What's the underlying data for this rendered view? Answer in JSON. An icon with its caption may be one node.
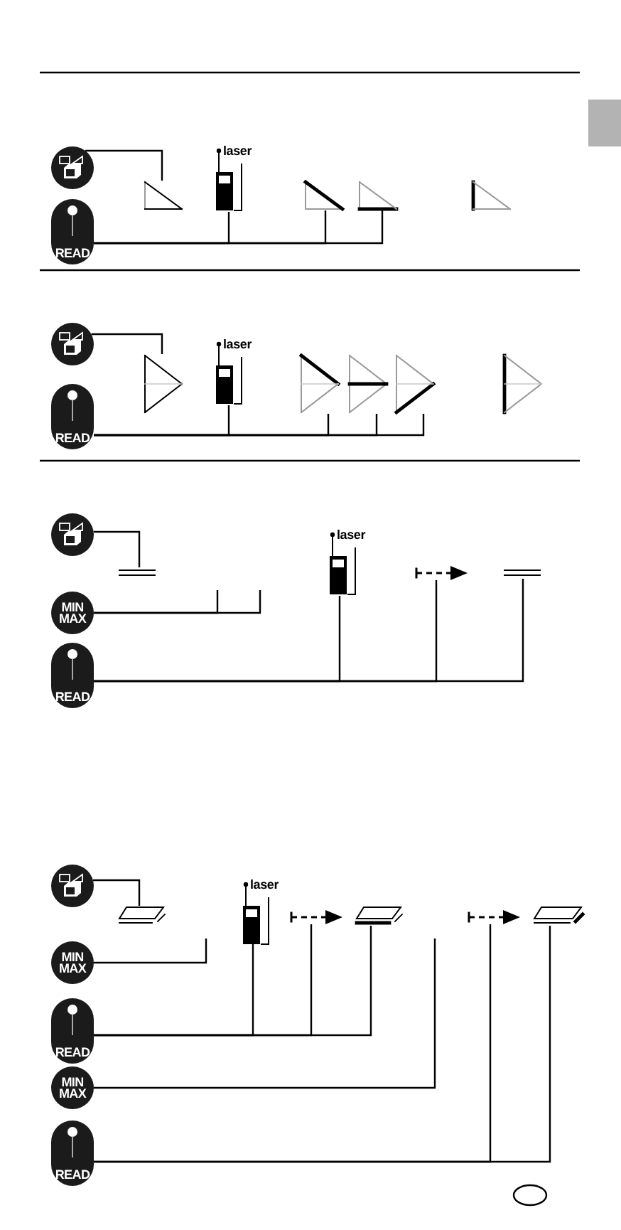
{
  "diagram": {
    "nodes": [
      {
        "text": [],
        "shape": "circle"
      },
      {
        "text": [
          "READ"
        ]
      },
      {
        "text": [],
        "shape": "triangle"
      },
      {
        "text": [
          "laser"
        ]
      },
      {
        "text": [],
        "shape": "triangle"
      },
      {
        "text": [],
        "shape": "triangle"
      },
      {
        "text": [],
        "shape": "triangle"
      },
      {
        "text": [],
        "shape": "circle"
      },
      {
        "text": [
          "READ"
        ]
      },
      {
        "text": [],
        "shape": "triangle"
      },
      {
        "text": [
          "laser"
        ]
      },
      {
        "text": [],
        "shape": "triangle"
      },
      {
        "text": [],
        "shape": "triangle"
      },
      {
        "text": [],
        "shape": "triangle"
      },
      {
        "text": [],
        "shape": "triangle"
      },
      {
        "text": [],
        "shape": "circle"
      },
      {
        "text": [
          "MIN MAX"
        ]
      },
      {
        "text": [
          "READ"
        ]
      },
      {
        "text": [],
        "shape": "line"
      },
      {
        "text": [
          "laser"
        ]
      },
      {
        "text": [],
        "shape": "arrow"
      },
      {
        "text": [],
        "shape": "line"
      },
      {
        "text": [],
        "shape": "circle"
      },
      {
        "text": [
          "MIN MAX"
        ]
      },
      {
        "text": [
          "READ"
        ]
      },
      {
        "text": [
          "MIN MAX"
        ]
      },
      {
        "text": [
          "READ"
        ]
      },
      {
        "text": [],
        "shape": "parallelogram"
      },
      {
        "text": [
          "laser"
        ]
      },
      {
        "text": [],
        "shape": "arrow"
      },
      {
        "text": [],
        "shape": "parallelogram"
      },
      {
        "text": [],
        "shape": "arrow"
      },
      {
        "text": [],
        "shape": "parallelogram"
      }
    ],
    "edges": [
      {
        "from": 0,
        "to": 2,
        "arrow": "none"
      },
      {
        "from": 1,
        "to": 3,
        "arrow": "none"
      },
      {
        "from": 1,
        "to": 4,
        "arrow": "none"
      },
      {
        "from": 1,
        "to": 5,
        "arrow": "none"
      },
      {
        "from": 7,
        "to": 9,
        "arrow": "none"
      },
      {
        "from": 8,
        "to": 10,
        "arrow": "none"
      },
      {
        "from": 8,
        "to": 11,
        "arrow": "none"
      },
      {
        "from": 8,
        "to": 12,
        "arrow": "none"
      },
      {
        "from": 8,
        "to": 13,
        "arrow": "none"
      },
      {
        "from": 15,
        "to": 18,
        "arrow": "none"
      },
      {
        "from": 16,
        "to": null,
        "arrow": "none"
      },
      {
        "from": 16,
        "to": null,
        "arrow": "none"
      },
      {
        "from": 17,
        "to": 19,
        "arrow": "none"
      },
      {
        "from": 17,
        "to": 20,
        "arrow": "none"
      },
      {
        "from": 17,
        "to": 21,
        "arrow": "none"
      },
      {
        "from": 22,
        "to": 27,
        "arrow": "none"
      },
      {
        "from": 23,
        "to": null,
        "arrow": "none"
      },
      {
        "from": 24,
        "to": 28,
        "arrow": "none"
      },
      {
        "from": 24,
        "to": 29,
        "arrow": "none"
      },
      {
        "from": 24,
        "to": 30,
        "arrow": "none"
      },
      {
        "from": 25,
        "to": null,
        "arrow": "none"
      },
      {
        "from": 26,
        "to": 31,
        "arrow": "none"
      },
      {
        "from": 26,
        "to": 32,
        "arrow": "none"
      }
    ]
  }
}
